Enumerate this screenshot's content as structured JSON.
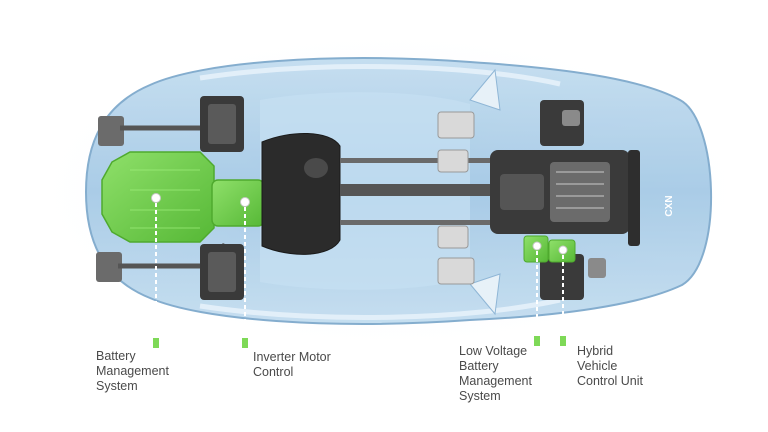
{
  "brand": {
    "logo_text": "CXN"
  },
  "colors": {
    "highlight": "#7ed957",
    "highlight_dark": "#4faa2e",
    "body_glass": "#a9cde8",
    "body_edge": "#6f9fc6",
    "chassis_dark": "#2b2b2b",
    "callout_text": "#4a4a4a"
  },
  "callouts": [
    {
      "id": "battery-management-system",
      "label": "Battery\nManagement\nSystem"
    },
    {
      "id": "inverter-motor-control",
      "label": "Inverter Motor\nControl"
    },
    {
      "id": "low-voltage-battery-management-system",
      "label": "Low Voltage\nBattery\nManagement\nSystem"
    },
    {
      "id": "hybrid-vehicle-control-unit",
      "label": "Hybrid\nVehicle\nControl Unit"
    }
  ]
}
